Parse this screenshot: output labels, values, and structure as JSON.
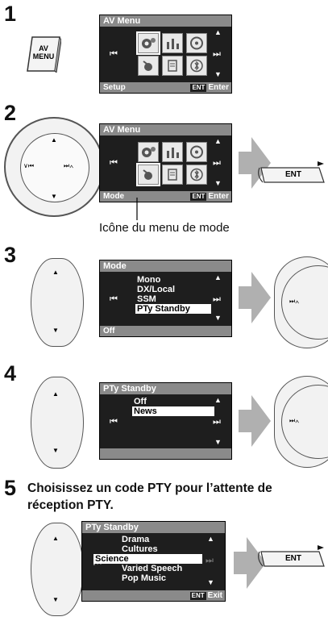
{
  "steps": [
    "1",
    "2",
    "3",
    "4",
    "5"
  ],
  "step5_text_line1": "Choisissez un code PTY pour l’attente de",
  "step5_text_line2": "réception PTY.",
  "av_button": {
    "line1": "AV",
    "line2": "MENU"
  },
  "screen1": {
    "title": "AV Menu",
    "footer_left": "Setup",
    "ent": "ENT",
    "footer_right": "Enter"
  },
  "screen2": {
    "title": "AV Menu",
    "footer_left": "Mode",
    "ent": "ENT",
    "footer_right": "Enter"
  },
  "caption_mode_icon": "Icône du menu de mode",
  "ent_button_label": "ENT",
  "screen3": {
    "title": "Mode",
    "items": [
      "Mono",
      "DX/Local",
      "SSM",
      "PTy Standby"
    ],
    "footer_left": "Off"
  },
  "screen4": {
    "title": "PTy Standby",
    "items": [
      "Off",
      "News"
    ]
  },
  "screen5": {
    "title": "PTy Standby",
    "items": [
      "Drama",
      "Cultures",
      "Science",
      "Varied Speech",
      "Pop Music"
    ],
    "ent": "ENT",
    "footer_right": "Exit"
  },
  "knob_labels": {
    "prev": "⏮",
    "next": "⏭∧"
  },
  "colors": {
    "screen_bg": "#1e1e1e",
    "bar": "#8a8a8a",
    "arrow": "#b0b0b0"
  }
}
